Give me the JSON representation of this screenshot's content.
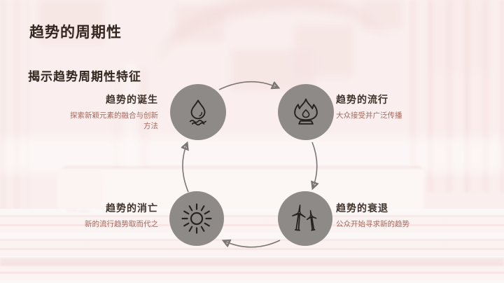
{
  "slide": {
    "title": "趋势的周期性",
    "subtitle": "揭示趋势周期性特征"
  },
  "cycle": {
    "direction": "clockwise",
    "nodes": [
      {
        "id": "birth",
        "title": "趋势的诞生",
        "desc": "探索新颖元素的融合与创新方法",
        "icon": "water-drop-icon"
      },
      {
        "id": "popularity",
        "title": "趋势的流行",
        "desc": "大众接受并广泛传播",
        "icon": "flame-icon"
      },
      {
        "id": "decline",
        "title": "趋势的衰退",
        "desc": "公众开始寻求新的趋势",
        "icon": "wind-turbine-icon"
      },
      {
        "id": "death",
        "title": "趋势的消亡",
        "desc": "新的流行趋势取而代之",
        "icon": "sun-icon"
      }
    ]
  },
  "colors": {
    "background": "#f9edeb",
    "heading": "#33261f",
    "node_title": "#40332c",
    "node_desc": "#a3695c",
    "node_circle": "#8e8a88",
    "arrow": "#7b7674"
  }
}
